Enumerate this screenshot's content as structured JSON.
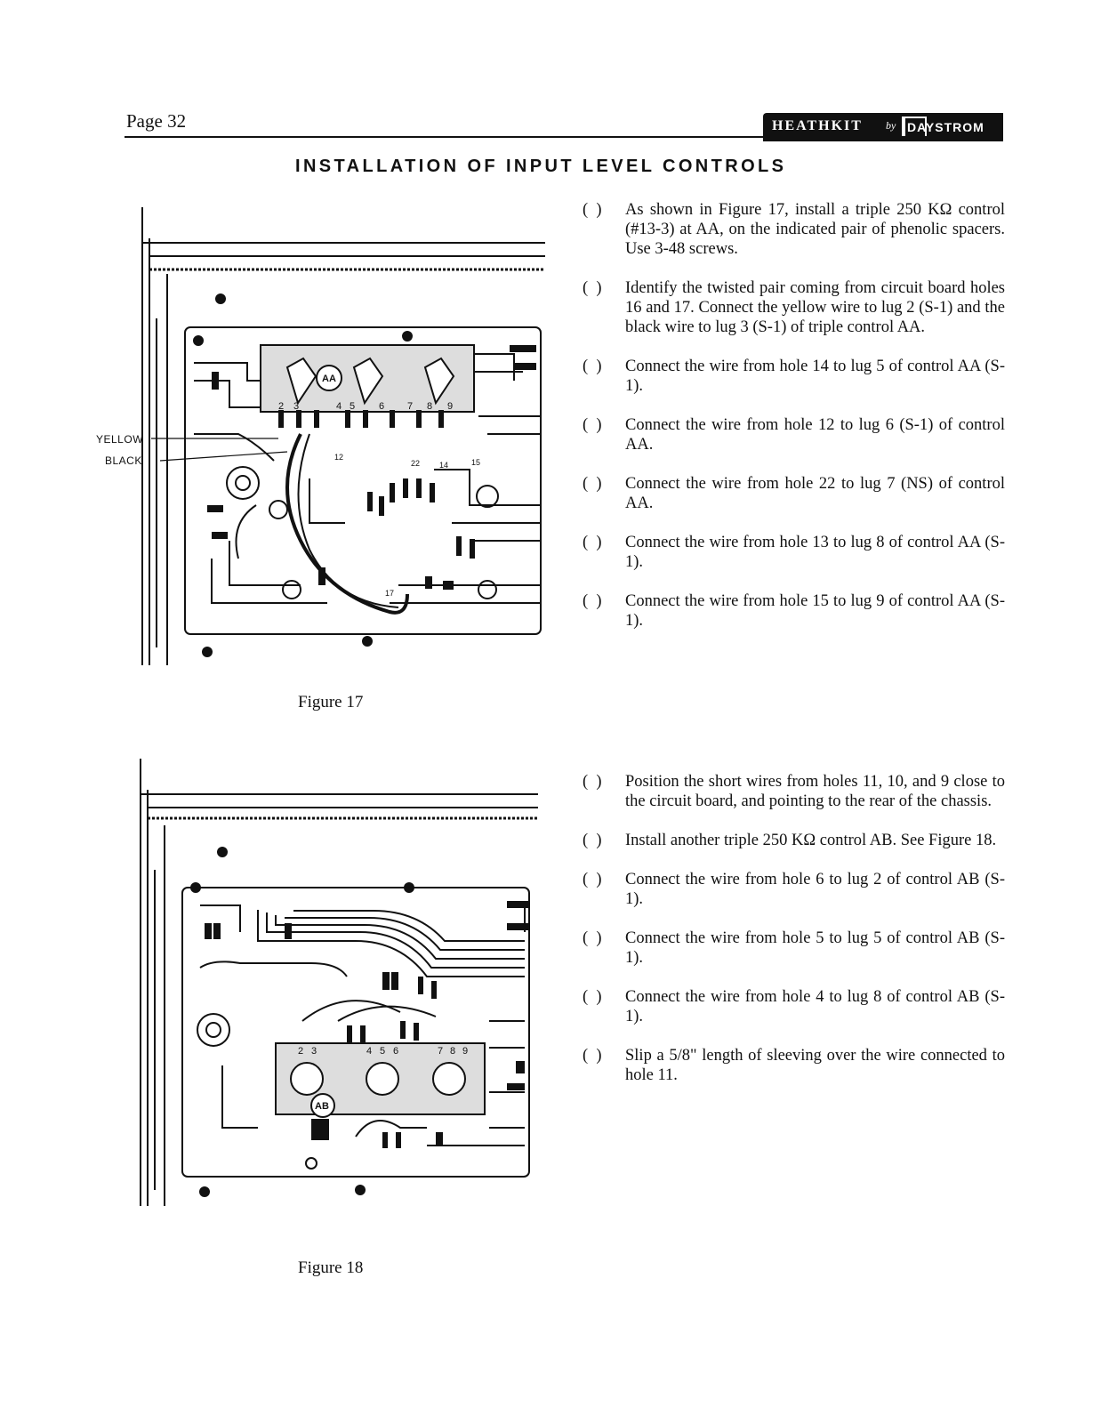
{
  "header": {
    "page_number": "Page 32",
    "brand": {
      "name": "HEATHKIT",
      "by": "by",
      "partner": "DAYSTROM"
    }
  },
  "section_title": "INSTALLATION OF INPUT LEVEL CONTROLS",
  "figure17": {
    "caption": "Figure 17",
    "control_label": "AA",
    "wire_labels": {
      "yellow": "YELLOW",
      "black": "BLACK"
    },
    "lugs": [
      "2",
      "3",
      "4",
      "5",
      "6",
      "7",
      "8",
      "9"
    ],
    "holes": [
      "12",
      "22",
      "14",
      "15",
      "17"
    ]
  },
  "figure18": {
    "caption": "Figure 18",
    "control_label": "AB",
    "lugs": [
      "2",
      "3",
      "4",
      "5",
      "6",
      "7",
      "8",
      "9"
    ]
  },
  "steps_group_a": [
    {
      "check": "(  )",
      "text": "As shown in Figure 17, install a triple 250 KΩ control (#13-3) at AA, on the indicated pair of phenolic spacers. Use 3-48 screws."
    },
    {
      "check": "(  )",
      "text": "Identify the twisted pair coming from circuit board holes 16 and 17. Connect the yellow wire to lug 2 (S-1) and the black wire to lug 3 (S-1) of triple control AA."
    },
    {
      "check": "(  )",
      "text": "Connect the wire from hole 14 to lug 5 of control AA (S-1)."
    },
    {
      "check": "(  )",
      "text": "Connect the wire from hole 12 to lug 6 (S-1) of control AA."
    },
    {
      "check": "(  )",
      "text": "Connect the wire from hole 22 to lug 7 (NS) of control AA."
    },
    {
      "check": "(  )",
      "text": "Connect the wire from hole 13 to lug 8 of control AA (S-1)."
    },
    {
      "check": "(  )",
      "text": "Connect the wire from hole 15 to lug 9 of control AA (S-1)."
    }
  ],
  "steps_group_b": [
    {
      "check": "(  )",
      "text": "Position the short wires from holes 11, 10, and 9 close to the circuit board, and pointing to the rear of the chassis."
    },
    {
      "check": "(  )",
      "text": "Install another triple 250 KΩ control AB. See Figure 18."
    },
    {
      "check": "(  )",
      "text": "Connect the wire from hole 6 to lug 2 of control AB (S-1)."
    },
    {
      "check": "(  )",
      "text": "Connect the wire from hole 5 to lug 5 of control AB (S-1)."
    },
    {
      "check": "(  )",
      "text": "Connect the wire from hole 4 to lug 8 of control AB (S-1)."
    },
    {
      "check": "(  )",
      "text": "Slip a 5/8\" length of sleeving over the wire connected to hole 11."
    }
  ]
}
